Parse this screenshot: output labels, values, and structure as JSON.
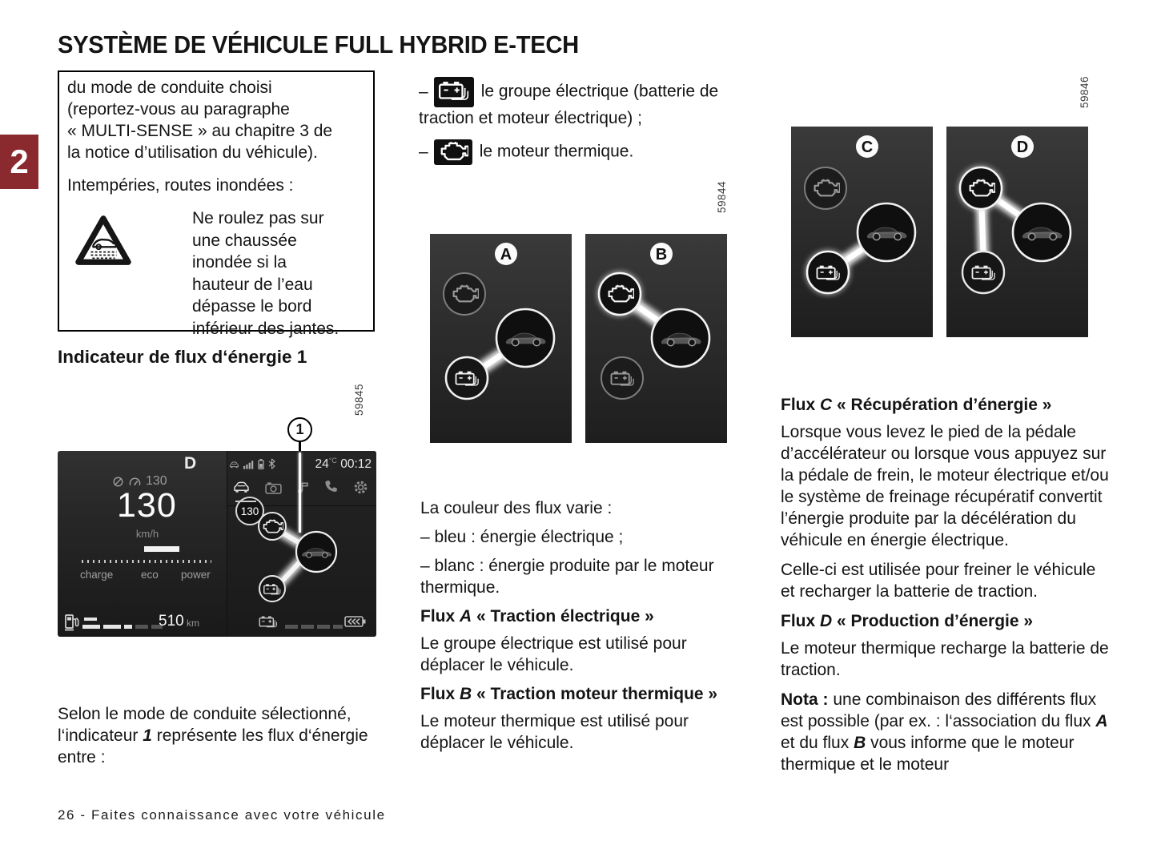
{
  "colors": {
    "chapter_tab_bg": "#8b2a2e",
    "screen_bg": "#242424",
    "flow_glow": "#ffffff"
  },
  "page": {
    "title": "SYSTÈME DE VÉHICULE FULL HYBRID E-TECH",
    "chapter_number": "2",
    "footer": "26 - Faites connaissance avec votre véhicule"
  },
  "info_box": {
    "paragraph_1": "du mode de conduite choisi (reportez-vous au paragraphe « MULTI-SENSE » au chapitre 3 de la notice d’utilisation du véhicule).",
    "paragraph_2": "Intempéries, routes inondées :",
    "warning_text": "Ne roulez pas sur une chaussée inondée si la hauteur de l’eau dépasse le bord inférieur des jantes."
  },
  "section": {
    "heading": "Indicateur de flux d‘énergie 1"
  },
  "figures": {
    "cluster_ref": "59845",
    "ab_ref": "59844",
    "cd_ref": "59846",
    "callout": "1",
    "panel_a": "A",
    "panel_b": "B",
    "panel_c": "C",
    "panel_d": "D"
  },
  "cluster": {
    "gear": "D",
    "cruise_set": "130",
    "speed": "130",
    "limit": "130",
    "unit": "km/h",
    "labels": {
      "charge": "charge",
      "eco": "eco",
      "power": "power"
    },
    "range": "510",
    "range_unit": "km",
    "temp": "24",
    "temp_unit": "°C",
    "time": "00:12"
  },
  "legend": {
    "items": [
      {
        "dash": "–",
        "text": "le groupe électrique (batterie de traction et moteur électrique) ;"
      },
      {
        "dash": "–",
        "text": "le moteur thermique."
      }
    ]
  },
  "caption": {
    "pre": "Selon le mode de conduite sélectionné, l‘indicateur ",
    "ref": "1",
    "post": " représente les flux d‘énergie entre :"
  },
  "flux": {
    "color_intro": "La couleur des flux varie :",
    "dash": "–",
    "color_blue": "bleu : énergie électrique ;",
    "color_white": "blanc : énergie produite par le moteur thermique.",
    "a": {
      "pre": "Flux ",
      "letter": "A",
      "post": " « Traction électrique »",
      "body": "Le groupe électrique est utilisé pour déplacer le véhicule."
    },
    "b": {
      "pre": "Flux ",
      "letter": "B",
      "post": " « Traction moteur thermique »",
      "body": "Le moteur thermique est utilisé pour déplacer le véhicule."
    },
    "c": {
      "pre": "Flux ",
      "letter": "C",
      "post": " « Récupération d’énergie »",
      "body1": "Lorsque vous levez le pied de la pédale d’accélérateur ou lorsque vous appuyez sur la pédale de frein, le moteur électrique et/ou le système de freinage récupératif convertit l’énergie produite par la décélération du véhicule en énergie électrique.",
      "body2": "Celle-ci est utilisée pour freiner le véhicule et recharger la batterie de traction."
    },
    "d": {
      "pre": "Flux ",
      "letter": "D",
      "post": " « Production d’énergie »",
      "body": "Le moteur thermique recharge la batterie de traction."
    },
    "nota": {
      "label": "Nota :",
      "part1": " une combinaison des différents flux est possible (par ex. : l‘association du flux ",
      "letter_a": "A",
      "part2": " et du flux ",
      "letter_b": "B",
      "part3": " vous informe que le moteur thermique et le moteur"
    }
  }
}
